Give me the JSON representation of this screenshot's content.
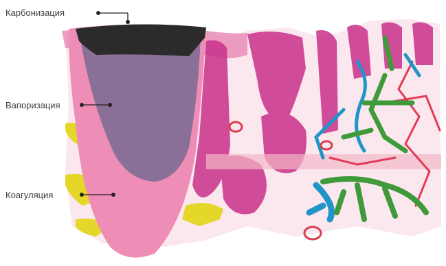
{
  "labels": {
    "carbonization": "Карбонизация",
    "vaporization": "Вапоризация",
    "coagulation": "Коагуляция"
  },
  "colors": {
    "carbon": "#2b2b2b",
    "vapor": "#8a6f96",
    "coag": "#ee8db5",
    "tissue": "#c9318a",
    "vessel_green": "#3f9a3a",
    "vessel_blue": "#1f95c8",
    "vessel_red": "#e23a55",
    "fat_yellow": "#e5d62a",
    "leader": "#222222"
  }
}
